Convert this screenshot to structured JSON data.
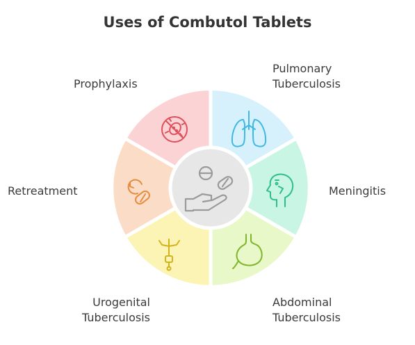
{
  "title": "Uses of Combutol Tablets",
  "center": {
    "icon": "hand-with-pills-icon"
  },
  "segments": [
    {
      "id": "pulmonary",
      "label_lines": [
        "Pulmonary",
        "Tuberculosis"
      ],
      "icon": "lungs-icon",
      "fill": "#d6f1fb",
      "stroke": "#3fb8e6"
    },
    {
      "id": "meningitis",
      "label_lines": [
        "Meningitis"
      ],
      "icon": "head-profile-icon",
      "fill": "#c9f5e4",
      "stroke": "#2fbf86"
    },
    {
      "id": "abdominal",
      "label_lines": [
        "Abdominal",
        "Tuberculosis"
      ],
      "icon": "stomach-icon",
      "fill": "#e9f8c8",
      "stroke": "#7fb52b"
    },
    {
      "id": "urogenital",
      "label_lines": [
        "Urogenital",
        "Tuberculosis"
      ],
      "icon": "urogenital-device-icon",
      "fill": "#fbf4b5",
      "stroke": "#d3b21c"
    },
    {
      "id": "retreatment",
      "label_lines": [
        "Retreatment"
      ],
      "icon": "clock-pill-icon",
      "fill": "#fbdcc6",
      "stroke": "#e58d3f"
    },
    {
      "id": "prophylaxis",
      "label_lines": [
        "Prophylaxis"
      ],
      "icon": "no-bacteria-icon",
      "fill": "#fbd3d5",
      "stroke": "#e0505a"
    }
  ]
}
